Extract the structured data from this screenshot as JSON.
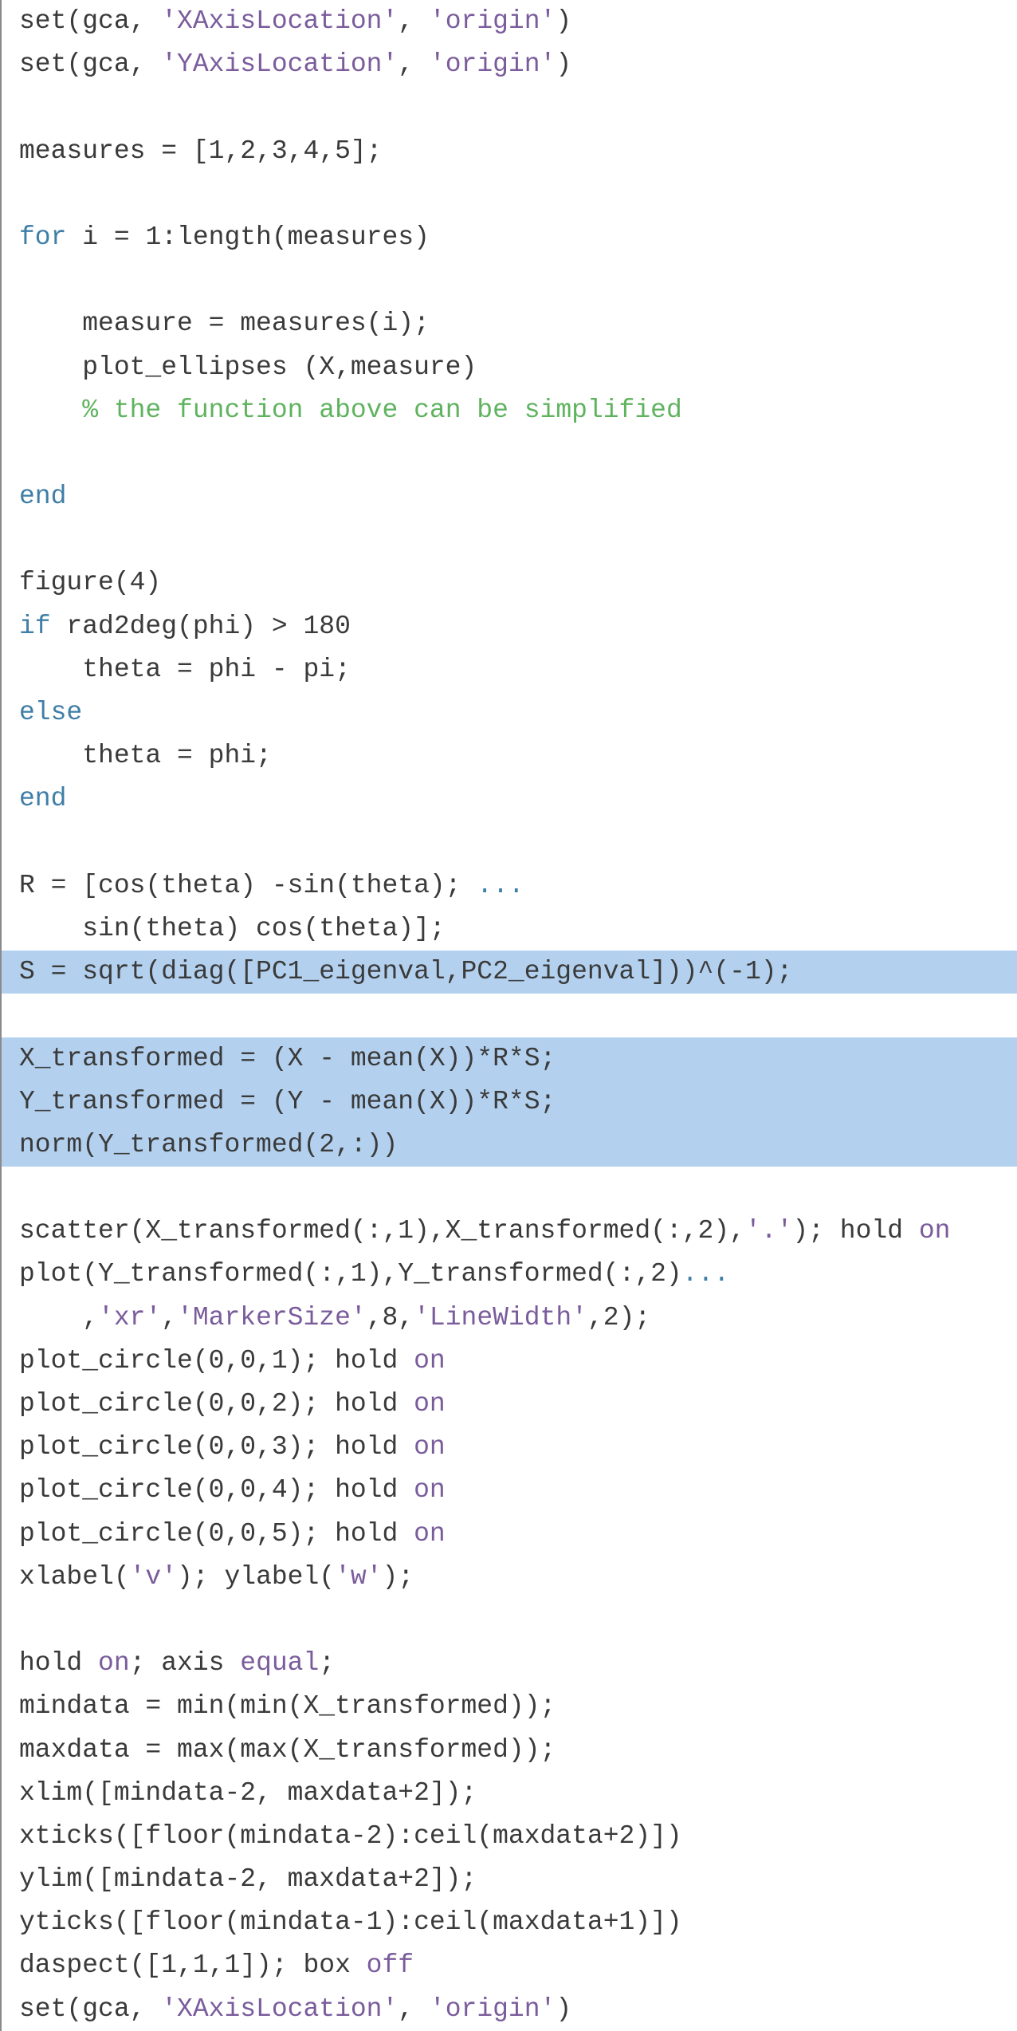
{
  "editor": {
    "colors": {
      "keyword": "#3f7ea6",
      "string": "#7a5c9c",
      "comment": "#5fb35f",
      "text": "#3a3a3a",
      "highlight": "#b3d1ef",
      "background": "#ffffff"
    },
    "lines": [
      {
        "hl": false,
        "tokens": [
          {
            "t": "p",
            "v": "set(gca, "
          },
          {
            "t": "s",
            "v": "'XAxisLocation'"
          },
          {
            "t": "p",
            "v": ", "
          },
          {
            "t": "s",
            "v": "'origin'"
          },
          {
            "t": "p",
            "v": ")"
          }
        ]
      },
      {
        "hl": false,
        "tokens": [
          {
            "t": "p",
            "v": "set(gca, "
          },
          {
            "t": "s",
            "v": "'YAxisLocation'"
          },
          {
            "t": "p",
            "v": ", "
          },
          {
            "t": "s",
            "v": "'origin'"
          },
          {
            "t": "p",
            "v": ")"
          }
        ]
      },
      {
        "hl": false,
        "tokens": []
      },
      {
        "hl": false,
        "tokens": [
          {
            "t": "p",
            "v": "measures = [1,2,3,4,5];"
          }
        ]
      },
      {
        "hl": false,
        "tokens": []
      },
      {
        "hl": false,
        "tokens": [
          {
            "t": "k",
            "v": "for"
          },
          {
            "t": "p",
            "v": " i = 1:length(measures)"
          }
        ]
      },
      {
        "hl": false,
        "tokens": []
      },
      {
        "hl": false,
        "tokens": [
          {
            "t": "p",
            "v": "    measure = measures(i);"
          }
        ]
      },
      {
        "hl": false,
        "tokens": [
          {
            "t": "p",
            "v": "    plot_ellipses (X,measure)"
          }
        ]
      },
      {
        "hl": false,
        "tokens": [
          {
            "t": "p",
            "v": "    "
          },
          {
            "t": "c",
            "v": "% the function above can be simplified"
          }
        ]
      },
      {
        "hl": false,
        "tokens": []
      },
      {
        "hl": false,
        "tokens": [
          {
            "t": "k",
            "v": "end"
          }
        ]
      },
      {
        "hl": false,
        "tokens": []
      },
      {
        "hl": false,
        "tokens": [
          {
            "t": "p",
            "v": "figure(4)"
          }
        ]
      },
      {
        "hl": false,
        "tokens": [
          {
            "t": "k",
            "v": "if"
          },
          {
            "t": "p",
            "v": " rad2deg(phi) > 180"
          }
        ]
      },
      {
        "hl": false,
        "tokens": [
          {
            "t": "p",
            "v": "    theta = phi - pi;"
          }
        ]
      },
      {
        "hl": false,
        "tokens": [
          {
            "t": "k",
            "v": "else"
          }
        ]
      },
      {
        "hl": false,
        "tokens": [
          {
            "t": "p",
            "v": "    theta = phi;"
          }
        ]
      },
      {
        "hl": false,
        "tokens": [
          {
            "t": "k",
            "v": "end"
          }
        ]
      },
      {
        "hl": false,
        "tokens": []
      },
      {
        "hl": false,
        "tokens": [
          {
            "t": "p",
            "v": "R = [cos(theta) -sin(theta); "
          },
          {
            "t": "k",
            "v": "..."
          }
        ]
      },
      {
        "hl": false,
        "tokens": [
          {
            "t": "p",
            "v": "    sin(theta) cos(theta)];"
          }
        ]
      },
      {
        "hl": true,
        "tokens": [
          {
            "t": "p",
            "v": "S = sqrt(diag([PC1_eigenval,PC2_eigenval]))^(-1);"
          }
        ]
      },
      {
        "hl": false,
        "tokens": []
      },
      {
        "hl": true,
        "tokens": [
          {
            "t": "p",
            "v": "X_transformed = (X - mean(X))*R*S;"
          }
        ]
      },
      {
        "hl": true,
        "tokens": [
          {
            "t": "p",
            "v": "Y_transformed = (Y - mean(X))*R*S;"
          }
        ]
      },
      {
        "hl": true,
        "tokens": [
          {
            "t": "p",
            "v": "norm(Y_transformed(2,:))"
          }
        ]
      },
      {
        "hl": false,
        "tokens": []
      },
      {
        "hl": false,
        "tokens": [
          {
            "t": "p",
            "v": "scatter(X_transformed(:,1),X_transformed(:,2),"
          },
          {
            "t": "s",
            "v": "'.'"
          },
          {
            "t": "p",
            "v": "); hold "
          },
          {
            "t": "s",
            "v": "on"
          }
        ]
      },
      {
        "hl": false,
        "tokens": [
          {
            "t": "p",
            "v": "plot(Y_transformed(:,1),Y_transformed(:,2)"
          },
          {
            "t": "k",
            "v": "..."
          }
        ]
      },
      {
        "hl": false,
        "tokens": [
          {
            "t": "p",
            "v": "    ,"
          },
          {
            "t": "s",
            "v": "'xr'"
          },
          {
            "t": "p",
            "v": ","
          },
          {
            "t": "s",
            "v": "'MarkerSize'"
          },
          {
            "t": "p",
            "v": ",8,"
          },
          {
            "t": "s",
            "v": "'LineWidth'"
          },
          {
            "t": "p",
            "v": ",2);"
          }
        ]
      },
      {
        "hl": false,
        "tokens": [
          {
            "t": "p",
            "v": "plot_circle(0,0,1); hold "
          },
          {
            "t": "s",
            "v": "on"
          }
        ]
      },
      {
        "hl": false,
        "tokens": [
          {
            "t": "p",
            "v": "plot_circle(0,0,2); hold "
          },
          {
            "t": "s",
            "v": "on"
          }
        ]
      },
      {
        "hl": false,
        "tokens": [
          {
            "t": "p",
            "v": "plot_circle(0,0,3); hold "
          },
          {
            "t": "s",
            "v": "on"
          }
        ]
      },
      {
        "hl": false,
        "tokens": [
          {
            "t": "p",
            "v": "plot_circle(0,0,4); hold "
          },
          {
            "t": "s",
            "v": "on"
          }
        ]
      },
      {
        "hl": false,
        "tokens": [
          {
            "t": "p",
            "v": "plot_circle(0,0,5); hold "
          },
          {
            "t": "s",
            "v": "on"
          }
        ]
      },
      {
        "hl": false,
        "tokens": [
          {
            "t": "p",
            "v": "xlabel("
          },
          {
            "t": "s",
            "v": "'v'"
          },
          {
            "t": "p",
            "v": "); ylabel("
          },
          {
            "t": "s",
            "v": "'w'"
          },
          {
            "t": "p",
            "v": ");"
          }
        ]
      },
      {
        "hl": false,
        "tokens": []
      },
      {
        "hl": false,
        "tokens": [
          {
            "t": "p",
            "v": "hold "
          },
          {
            "t": "s",
            "v": "on"
          },
          {
            "t": "p",
            "v": "; axis "
          },
          {
            "t": "s",
            "v": "equal"
          },
          {
            "t": "p",
            "v": ";"
          }
        ]
      },
      {
        "hl": false,
        "tokens": [
          {
            "t": "p",
            "v": "mindata = min(min(X_transformed));"
          }
        ]
      },
      {
        "hl": false,
        "tokens": [
          {
            "t": "p",
            "v": "maxdata = max(max(X_transformed));"
          }
        ]
      },
      {
        "hl": false,
        "tokens": [
          {
            "t": "p",
            "v": "xlim([mindata-2, maxdata+2]);"
          }
        ]
      },
      {
        "hl": false,
        "tokens": [
          {
            "t": "p",
            "v": "xticks([floor(mindata-2):ceil(maxdata+2)])"
          }
        ]
      },
      {
        "hl": false,
        "tokens": [
          {
            "t": "p",
            "v": "ylim([mindata-2, maxdata+2]);"
          }
        ]
      },
      {
        "hl": false,
        "tokens": [
          {
            "t": "p",
            "v": "yticks([floor(mindata-1):ceil(maxdata+1)])"
          }
        ]
      },
      {
        "hl": false,
        "tokens": [
          {
            "t": "p",
            "v": "daspect([1,1,1]); box "
          },
          {
            "t": "s",
            "v": "off"
          }
        ]
      },
      {
        "hl": false,
        "tokens": [
          {
            "t": "p",
            "v": "set(gca, "
          },
          {
            "t": "s",
            "v": "'XAxisLocation'"
          },
          {
            "t": "p",
            "v": ", "
          },
          {
            "t": "s",
            "v": "'origin'"
          },
          {
            "t": "p",
            "v": ")"
          }
        ]
      }
    ]
  }
}
